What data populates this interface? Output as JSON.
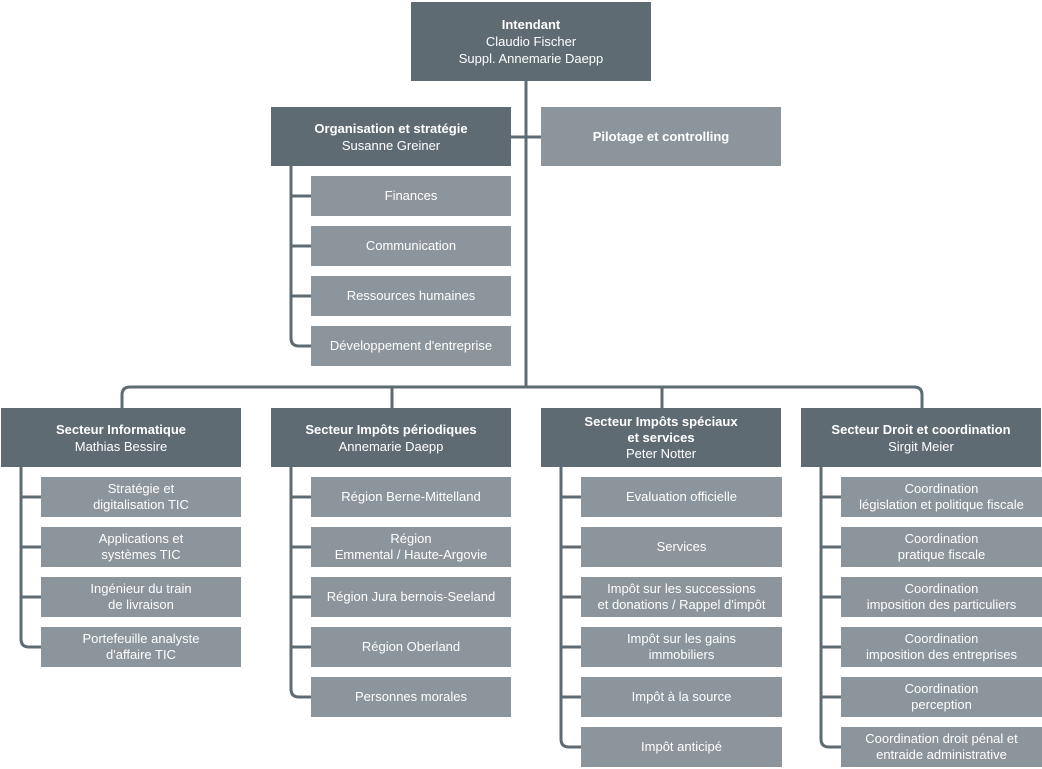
{
  "top": {
    "title": "Intendant",
    "line1": "Claudio Fischer",
    "line2": "Suppl. Annemarie Daepp"
  },
  "staff": {
    "title": "Organisation et stratégie",
    "name": "Susanne Greiner",
    "pilotage": "Pilotage et controlling",
    "units": [
      "Finances",
      "Communication",
      "Ressources humaines",
      "Développement d'entreprise"
    ]
  },
  "sectors": [
    {
      "title": "Secteur Informatique",
      "name": "Mathias Bessire",
      "units": [
        "Stratégie et\ndigitalisation TIC",
        "Applications et\nsystèmes TIC",
        "Ingénieur du train\nde livraison",
        "Portefeuille analyste\nd'affaire TIC"
      ]
    },
    {
      "title": "Secteur Impôts périodiques",
      "name": "Annemarie Daepp",
      "units": [
        "Région Berne-Mittelland",
        "Région\nEmmental / Haute-Argovie",
        "Région Jura bernois-Seeland",
        "Région Oberland",
        "Personnes morales"
      ]
    },
    {
      "title": "Secteur Impôts spéciaux\net services",
      "name": "Peter Notter",
      "units": [
        "Evaluation officielle",
        "Services",
        "Impôt sur les successions\net donations / Rappel d'impôt",
        "Impôt sur les gains\nimmobiliers",
        "Impôt à la source",
        "Impôt anticipé"
      ]
    },
    {
      "title": "Secteur Droit et coordination",
      "name": "Sirgit Meier",
      "units": [
        "Coordination\nlégislation et politique fiscale",
        "Coordination\npratique fiscale",
        "Coordination\nimposition des particuliers",
        "Coordination\nimposition des entreprises",
        "Coordination\nperception",
        "Coordination droit pénal et\nentraide administrative"
      ]
    }
  ],
  "colors": {
    "dark_box": "#5f6b73",
    "light_box": "#8b959b",
    "connector": "#5f6b73",
    "text": "#ffffff"
  }
}
